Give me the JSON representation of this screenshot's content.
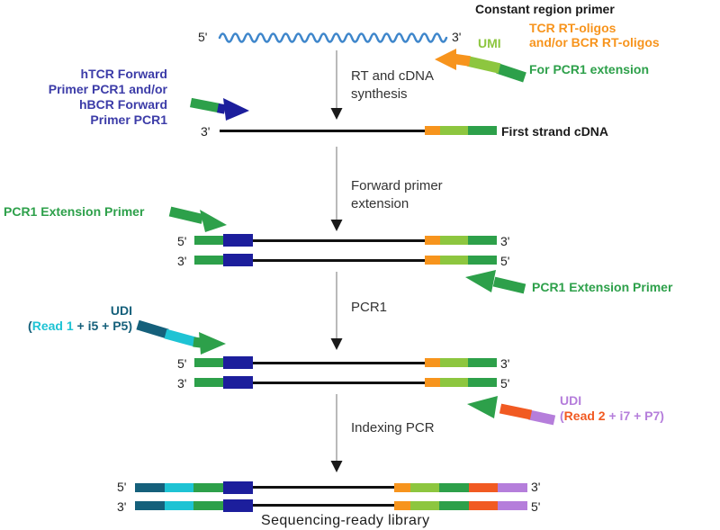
{
  "palette": {
    "navy": "#1c1e9c",
    "navy_text": "#3c3ca8",
    "green": "#2da04a",
    "light_green": "#8dc63f",
    "orange": "#f7941d",
    "orange_red": "#f15a22",
    "cyan": "#1ec3d4",
    "teal": "#15607b",
    "purple": "#b57edb",
    "rna_blue": "#3e86cb",
    "flow_line": "#a3a3a3",
    "ink": "#1a1a1a",
    "strand_line": "#111111"
  },
  "rna": {
    "five_prime": "5'",
    "three_prime": "3'"
  },
  "annotations": {
    "constant_region_primer": "Constant region primer",
    "umi": "UMI",
    "rt_oligos": [
      "TCR RT-oligos",
      "and/or BCR RT-oligos"
    ],
    "for_pcr1_extension": "For PCR1 extension",
    "forward_primer_lines": [
      "hTCR Forward",
      "Primer PCR1 and/or",
      "hBCR Forward",
      "Primer PCR1"
    ],
    "pcr1_extension_primer_left": "PCR1 Extension Primer",
    "pcr1_extension_primer_right": "PCR1 Extension Primer",
    "udi_left": {
      "title": "UDI",
      "open": "(",
      "read": "Read 1",
      "rest": " + i5 + P5)"
    },
    "udi_right": {
      "title": "UDI",
      "open": "(",
      "read": "Read 2",
      "rest": " + i7 + P7)"
    }
  },
  "steps": [
    {
      "lines": [
        "RT and cDNA",
        "synthesis"
      ]
    },
    {
      "lines": [
        "Forward primer",
        "extension"
      ]
    },
    {
      "lines": [
        "PCR1"
      ]
    },
    {
      "lines": [
        "Indexing PCR"
      ]
    }
  ],
  "strands": {
    "first_strand": {
      "left_label": "3'",
      "caption": "First strand cDNA",
      "right_segments": [
        "orange",
        "light_green",
        "green"
      ]
    },
    "duplex_pcr1": {
      "top_row": {
        "left_label": "5'",
        "right_label": "3'"
      },
      "bottom_row": {
        "left_label": "3'",
        "right_label": "5'"
      },
      "left_segments": [
        "green",
        "navy"
      ],
      "right_segments": [
        "orange",
        "light_green",
        "green"
      ]
    },
    "duplex_udi": {
      "top_row": {
        "left_label": "5'",
        "right_label": "3'"
      },
      "bottom_row": {
        "left_label": "3'",
        "right_label": "5'"
      },
      "left_segments": [
        "green",
        "navy"
      ],
      "right_segments": [
        "orange",
        "light_green",
        "green"
      ]
    },
    "final_library": {
      "top_row": {
        "left_label": "5'",
        "right_label": "3'"
      },
      "bottom_row": {
        "left_label": "3'",
        "right_label": "5'"
      },
      "left_segments": [
        "teal",
        "cyan",
        "green",
        "navy"
      ],
      "right_segments": [
        "orange",
        "light_green",
        "green",
        "orange_red",
        "purple"
      ],
      "caption": "Sequencing-ready library"
    }
  },
  "arrows": {
    "rt_oligo_segments": [
      "green",
      "light_green",
      "orange"
    ],
    "forward_primer_segments": [
      "green",
      "navy"
    ],
    "pcr1_ext_left_segments": [
      "green"
    ],
    "pcr1_ext_right_segments": [
      "green"
    ],
    "udi_left_segments": [
      "teal",
      "cyan",
      "green"
    ],
    "udi_right_segments": [
      "purple",
      "orange_red",
      "green"
    ]
  }
}
